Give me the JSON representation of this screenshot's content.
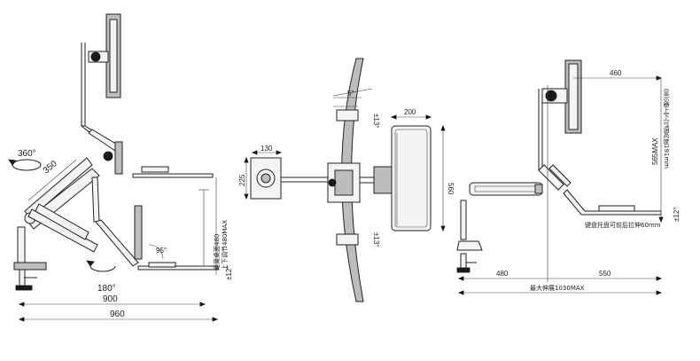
{
  "left_view": {
    "rotation_top": "360°",
    "arm_length": "350",
    "rotation_bottom": "180°",
    "angle": "95°",
    "height_label_1": "距离桌面480",
    "height_label_2": "上下调节480MAX",
    "tolerance": "±12°",
    "width_inner": "900",
    "width_outer": "960"
  },
  "middle_view": {
    "tilt_angle": "5°",
    "pivot_top": "±13°",
    "pivot_bottom": "±13°",
    "mount_width": "130",
    "mount_height": "225",
    "tray_width": "200",
    "tray_depth": "560"
  },
  "right_view": {
    "monitor_offset": "460",
    "monitor_height_label": "显示器上下可调高度191mm",
    "monitor_height_max": "565MAX",
    "keyboard_note": "键盘托盘可前后拉伸60mm",
    "tolerance": "±12°",
    "base_left": "480",
    "base_right": "550",
    "total_extension": "最大伸展1030MAX"
  }
}
